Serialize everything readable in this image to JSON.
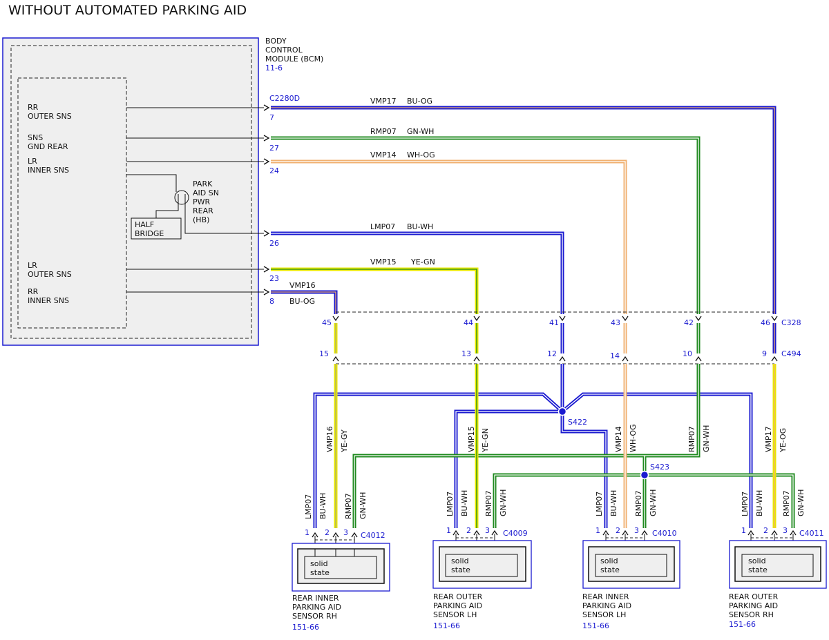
{
  "title": "WITHOUT AUTOMATED PARKING AID",
  "bcm": {
    "label": [
      "BODY",
      "CONTROL",
      "MODULE (BCM)"
    ],
    "ref": "11-6",
    "connector": "C2280D",
    "pins": [
      {
        "label": [
          "RR",
          "OUTER SNS"
        ],
        "pin": "7"
      },
      {
        "label": [
          "SNS",
          "GND REAR"
        ],
        "pin": "27"
      },
      {
        "label": [
          "LR",
          "INNER SNS"
        ],
        "pin": "24"
      },
      {
        "label": [
          "LR",
          "OUTER SNS"
        ],
        "pin": "23"
      },
      {
        "label": [
          "RR",
          "INNER SNS"
        ],
        "pin": "8"
      }
    ],
    "power": {
      "label": [
        "PARK",
        "AID SN",
        "PWR",
        "REAR",
        "(HB)"
      ],
      "pin": "26"
    },
    "half_bridge": [
      "HALF",
      "BRIDGE"
    ]
  },
  "wires": [
    {
      "circuit": "VMP17",
      "color": "BU-OG"
    },
    {
      "circuit": "RMP07",
      "color": "GN-WH"
    },
    {
      "circuit": "VMP14",
      "color": "WH-OG"
    },
    {
      "circuit": "LMP07",
      "color": "BU-WH"
    },
    {
      "circuit": "VMP15",
      "color": "YE-GN"
    },
    {
      "circuit": "VMP16",
      "color": "BU-OG"
    }
  ],
  "inline_upper": {
    "connector": "C328",
    "pins": [
      "45",
      "44",
      "41",
      "43",
      "42",
      "46"
    ]
  },
  "inline_lower": {
    "connector": "C494",
    "pins": [
      "15",
      "13",
      "12",
      "14",
      "10",
      "9"
    ]
  },
  "vertical_labels": [
    {
      "circuit": "VMP16",
      "color": "YE-GY"
    },
    {
      "circuit": "VMP15",
      "color": "YE-GN"
    },
    {
      "circuit": "VMP14",
      "color": "WH-OG"
    },
    {
      "circuit": "RMP07",
      "color": "GN-WH"
    },
    {
      "circuit": "VMP17",
      "color": "YE-OG"
    }
  ],
  "splices": [
    "S422",
    "S423"
  ],
  "sensors": [
    {
      "connector": "C4012",
      "name": [
        "REAR INNER",
        "PARKING AID",
        "SENSOR RH"
      ],
      "ref": "151-66",
      "wires": [
        {
          "circuit": "LMP07",
          "color": "BU-WH"
        },
        {
          "circuit": "RMP07",
          "color": "GN-WH"
        }
      ],
      "pins": [
        "1",
        "2",
        "3"
      ]
    },
    {
      "connector": "C4009",
      "name": [
        "REAR OUTER",
        "PARKING AID",
        "SENSOR LH"
      ],
      "ref": "151-66",
      "wires": [
        {
          "circuit": "LMP07",
          "color": "BU-WH"
        },
        {
          "circuit": "RMP07",
          "color": "GN-WH"
        }
      ],
      "pins": [
        "1",
        "2",
        "3"
      ]
    },
    {
      "connector": "C4010",
      "name": [
        "REAR INNER",
        "PARKING AID",
        "SENSOR LH"
      ],
      "ref": "151-66",
      "wires": [
        {
          "circuit": "LMP07",
          "color": "BU-WH"
        },
        {
          "circuit": "RMP07",
          "color": "GN-WH"
        }
      ],
      "pins": [
        "1",
        "2",
        "3"
      ]
    },
    {
      "connector": "C4011",
      "name": [
        "REAR OUTER",
        "PARKING AID",
        "SENSOR RH"
      ],
      "ref": "151-66",
      "wires": [
        {
          "circuit": "LMP07",
          "color": "BU-WH"
        },
        {
          "circuit": "RMP07",
          "color": "GN-WH"
        }
      ],
      "pins": [
        "1",
        "2",
        "3"
      ]
    }
  ],
  "solid_state": [
    "solid",
    "state"
  ],
  "colors": {
    "blue": "#1a1ad0",
    "green": "#1f8a1f",
    "yellow": "#e8e800",
    "orange": "#f0b070",
    "label_blue": "#1a1ad0"
  }
}
